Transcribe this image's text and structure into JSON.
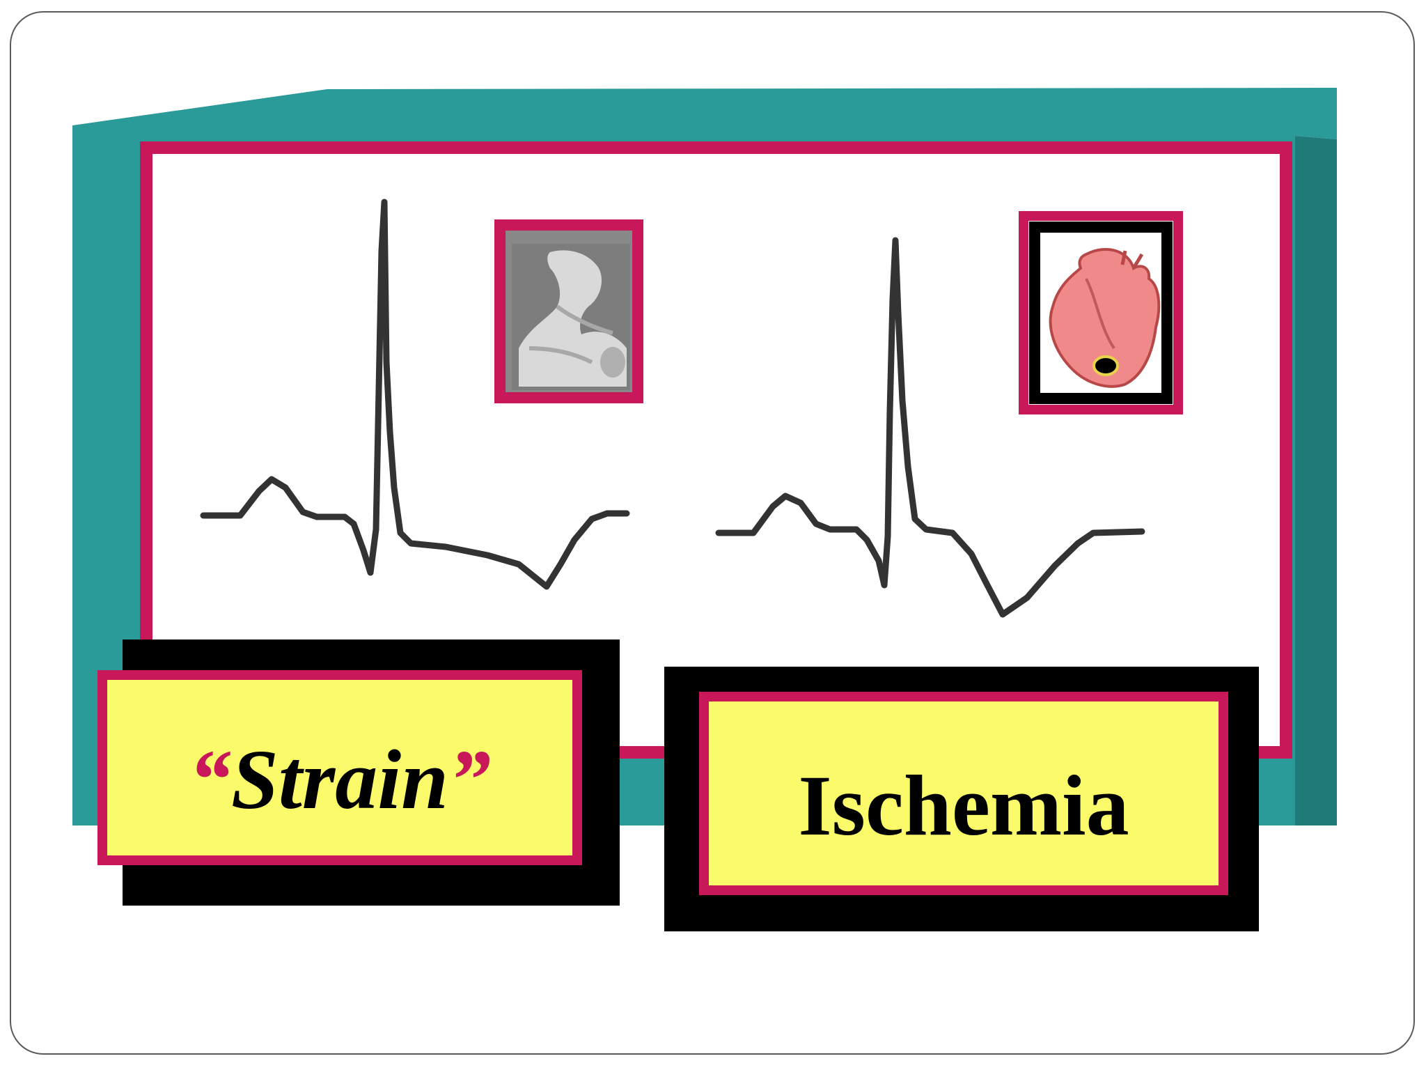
{
  "colors": {
    "teal": "#2a9b98",
    "teal_dark": "#207a78",
    "magenta": "#c8185a",
    "label_fill": "#fbfa6a",
    "trace": "#333333",
    "frame_border": "#5a5a5a"
  },
  "panels": [
    {
      "id": "strain",
      "icon": "flexed-arm-icon",
      "waveform": "ecg-strain-pattern",
      "label_open_quote": "“",
      "label_word": "Strain",
      "label_close_quote": "”"
    },
    {
      "id": "ischemia",
      "icon": "heart-icon",
      "waveform": "ecg-ischemia-pattern",
      "label_word": "Ischemia"
    }
  ]
}
